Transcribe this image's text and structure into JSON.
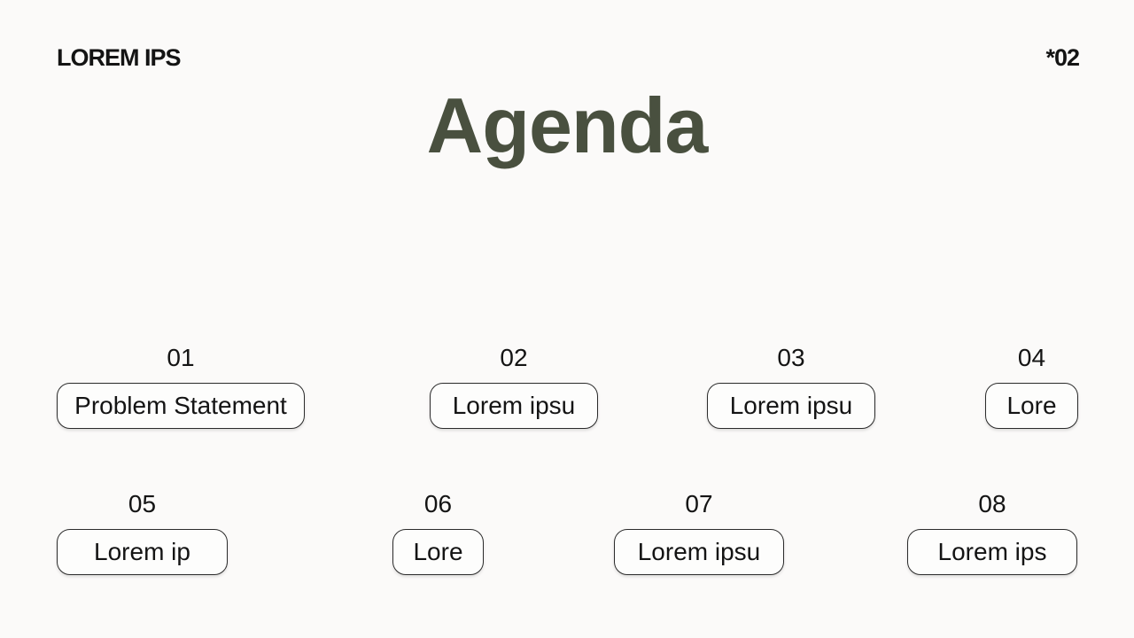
{
  "header": {
    "brand": "LOREM IPS",
    "page_marker": "*02"
  },
  "title": "Agenda",
  "colors": {
    "background": "#fbfaf9",
    "title": "#49503f",
    "text": "#141414",
    "pill_border": "#2b2b2b",
    "pill_bg": "#fdfdfc"
  },
  "items": [
    {
      "number": "01",
      "label": "Problem Statement"
    },
    {
      "number": "02",
      "label": "Lorem ipsu"
    },
    {
      "number": "03",
      "label": "Lorem ipsu"
    },
    {
      "number": "04",
      "label": "Lore"
    },
    {
      "number": "05",
      "label": "Lorem ip"
    },
    {
      "number": "06",
      "label": "Lore"
    },
    {
      "number": "07",
      "label": "Lorem ipsu"
    },
    {
      "number": "08",
      "label": "Lorem ips"
    }
  ]
}
